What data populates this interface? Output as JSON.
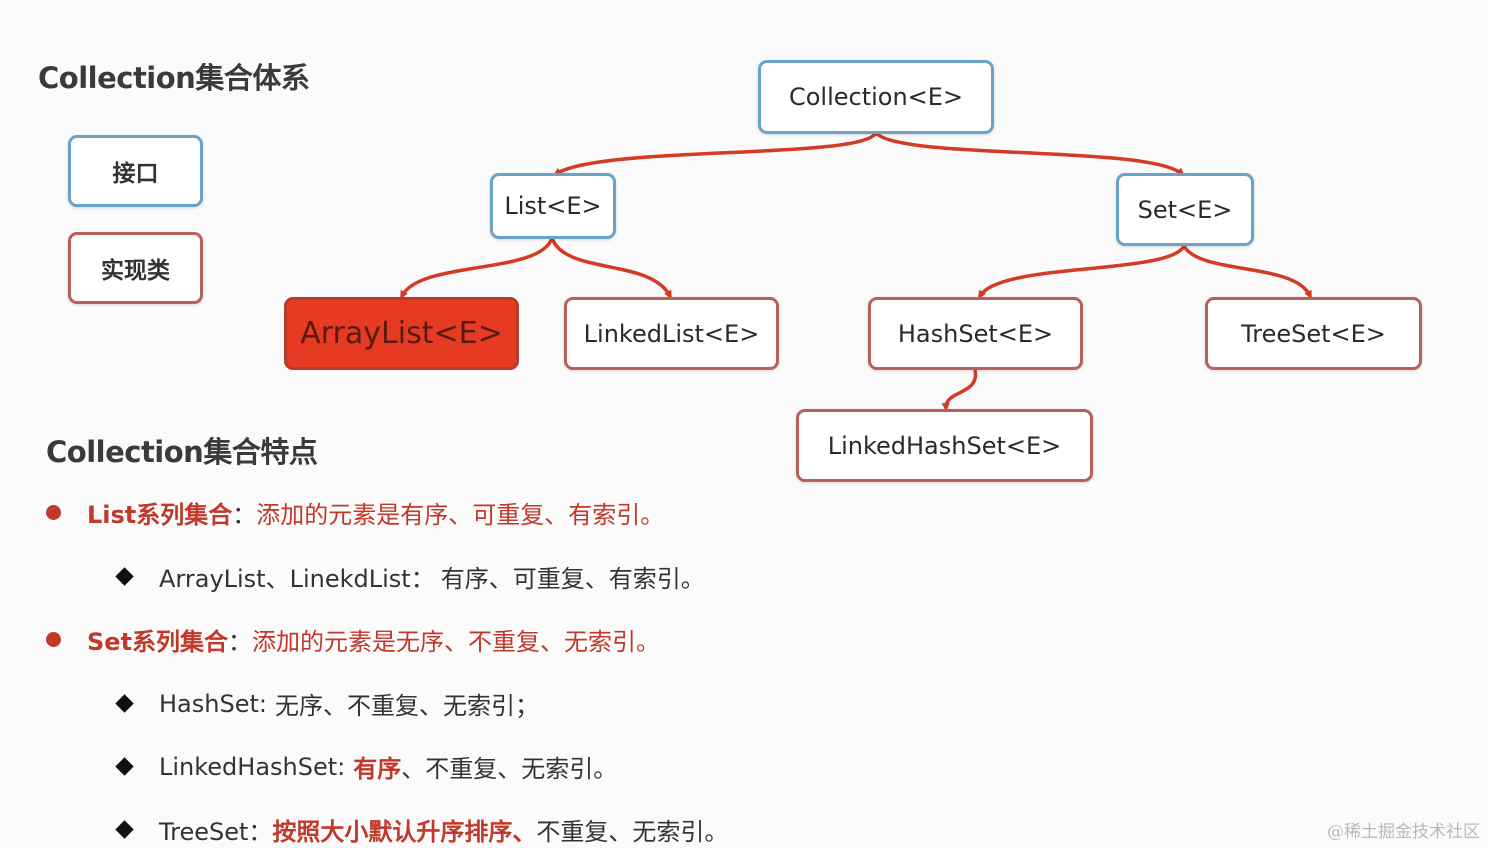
{
  "hierarchy": {
    "title": "Collection集合体系",
    "legend": {
      "interface": "接口",
      "implementation": "实现类"
    },
    "nodes": {
      "collection": "Collection<E>",
      "list": "List<E>",
      "set": "Set<E>",
      "arraylist": "ArrayList<E>",
      "linkedlist": "LinkedList<E>",
      "hashset": "HashSet<E>",
      "treeset": "TreeSet<E>",
      "linkedhashset": "LinkedHashSet<E>"
    }
  },
  "features": {
    "title": "Collection集合特点",
    "list": {
      "label": "List系列集合",
      "colon": "：",
      "desc": "添加的元素是有序、可重复、有索引。",
      "sub": {
        "label": "ArrayList、LinekdList：",
        "desc": "有序、可重复、有索引。"
      }
    },
    "set": {
      "label": "Set系列集合",
      "colon": "：",
      "desc": "添加的元素是无序、不重复、无索引。",
      "subs": {
        "hashset": {
          "label": "HashSet:",
          "desc": "无序、不重复、无索引；"
        },
        "linkedhashset": {
          "label": "LinkedHashSet:",
          "highlight": "有序",
          "desc": "、不重复、无索引。"
        },
        "treeset": {
          "label": "TreeSet：",
          "highlight": "按照大小默认升序排序、",
          "desc": "不重复、无索引。"
        }
      }
    }
  },
  "watermark": "@稀土掘金技术社区",
  "colors": {
    "interface_border": "#6aa3c8",
    "implementation_border": "#b5625a",
    "arrow": "#d43a24",
    "highlight": "#e63a22",
    "accent_text": "#c0392b"
  }
}
